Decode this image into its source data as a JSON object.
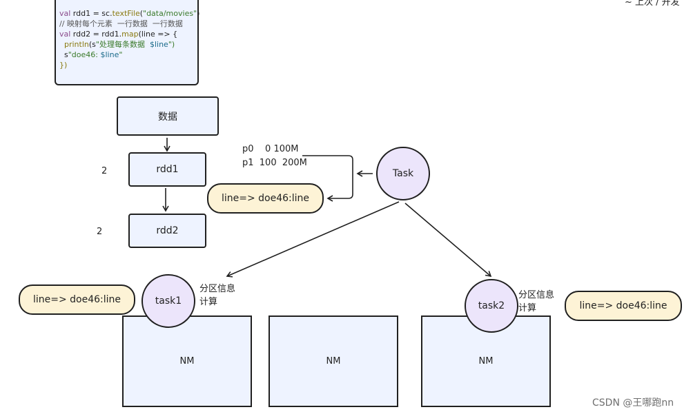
{
  "code": {
    "line1_kw": "val",
    "line1_a": " rdd1 = sc.",
    "line1_fn": "textFile",
    "line1_b": "(",
    "line1_str": "\"data/movies\"",
    "line1_c": ")",
    "line2": "// 映射每个元素  一行数据  一行数据",
    "line3_kw": "val",
    "line3_a": " rdd2 = rdd1.",
    "line3_fn": "map",
    "line3_b": "(line => {",
    "line4_fn": "println",
    "line4_a": "(s",
    "line4_str": "\"处理每条数据  ",
    "line4_var": "$line",
    "line4_end": "\")",
    "line5_a": "s",
    "line5_str": "\"doe46: ",
    "line5_var": "$line",
    "line5_end": "\"",
    "line6": "})"
  },
  "nodes": {
    "data": "数据",
    "rdd1": "rdd1",
    "rdd2": "rdd2",
    "task": "Task",
    "task1": "task1",
    "task2": "task2",
    "nm1": "NM",
    "nm2": "NM",
    "nm3": "NM"
  },
  "labels": {
    "rdd1_count": "2",
    "rdd2_count": "2",
    "partition_p0": "p0    0 100M",
    "partition_p1": "p1  100  200M",
    "task1_info_line1": "分区信息",
    "task1_info_line2": "计算",
    "task2_info_line1": "分区信息",
    "task2_info_line2": "计算"
  },
  "pills": {
    "center": "line=> doe46:line",
    "left": "line=> doe46:line",
    "right": "line=> doe46:line"
  },
  "watermark": "CSDN @王哪跑nn",
  "corner_fragment": "~ 上次 / 开发"
}
